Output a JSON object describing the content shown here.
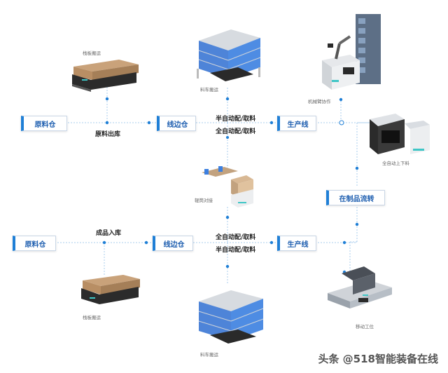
{
  "nodes": {
    "raw_top": "原料仓",
    "line_side_top": "线边仓",
    "prod_top": "生产线",
    "wip_flow": "在制品流转",
    "raw_bottom": "原料仓",
    "line_side_bottom": "线边仓",
    "prod_bottom": "生产线"
  },
  "flows": {
    "raw_out": "原料出库",
    "semi_auto_top": "半自动配/取料",
    "full_auto_top": "全自动配/取料",
    "finished_in": "成品入库",
    "full_auto_bottom": "全自动配/取料",
    "semi_auto_bottom": "半自动配/取料"
  },
  "captions": {
    "pallet_top": "栈板搬运",
    "cart_top": "料车搬运",
    "arm": "机械臂协作",
    "full_auto_load": "全自动上下料",
    "shelf_dock": "辊筒对接",
    "pallet_bottom": "栈板搬运",
    "mobile_station": "移动工位",
    "cart_bottom": "料车搬运"
  },
  "watermark": "头条 @518智能装备在线",
  "colors": {
    "accent": "#1f7fd6",
    "line": "#9ec9ef",
    "dot": "#1f7fd6"
  }
}
